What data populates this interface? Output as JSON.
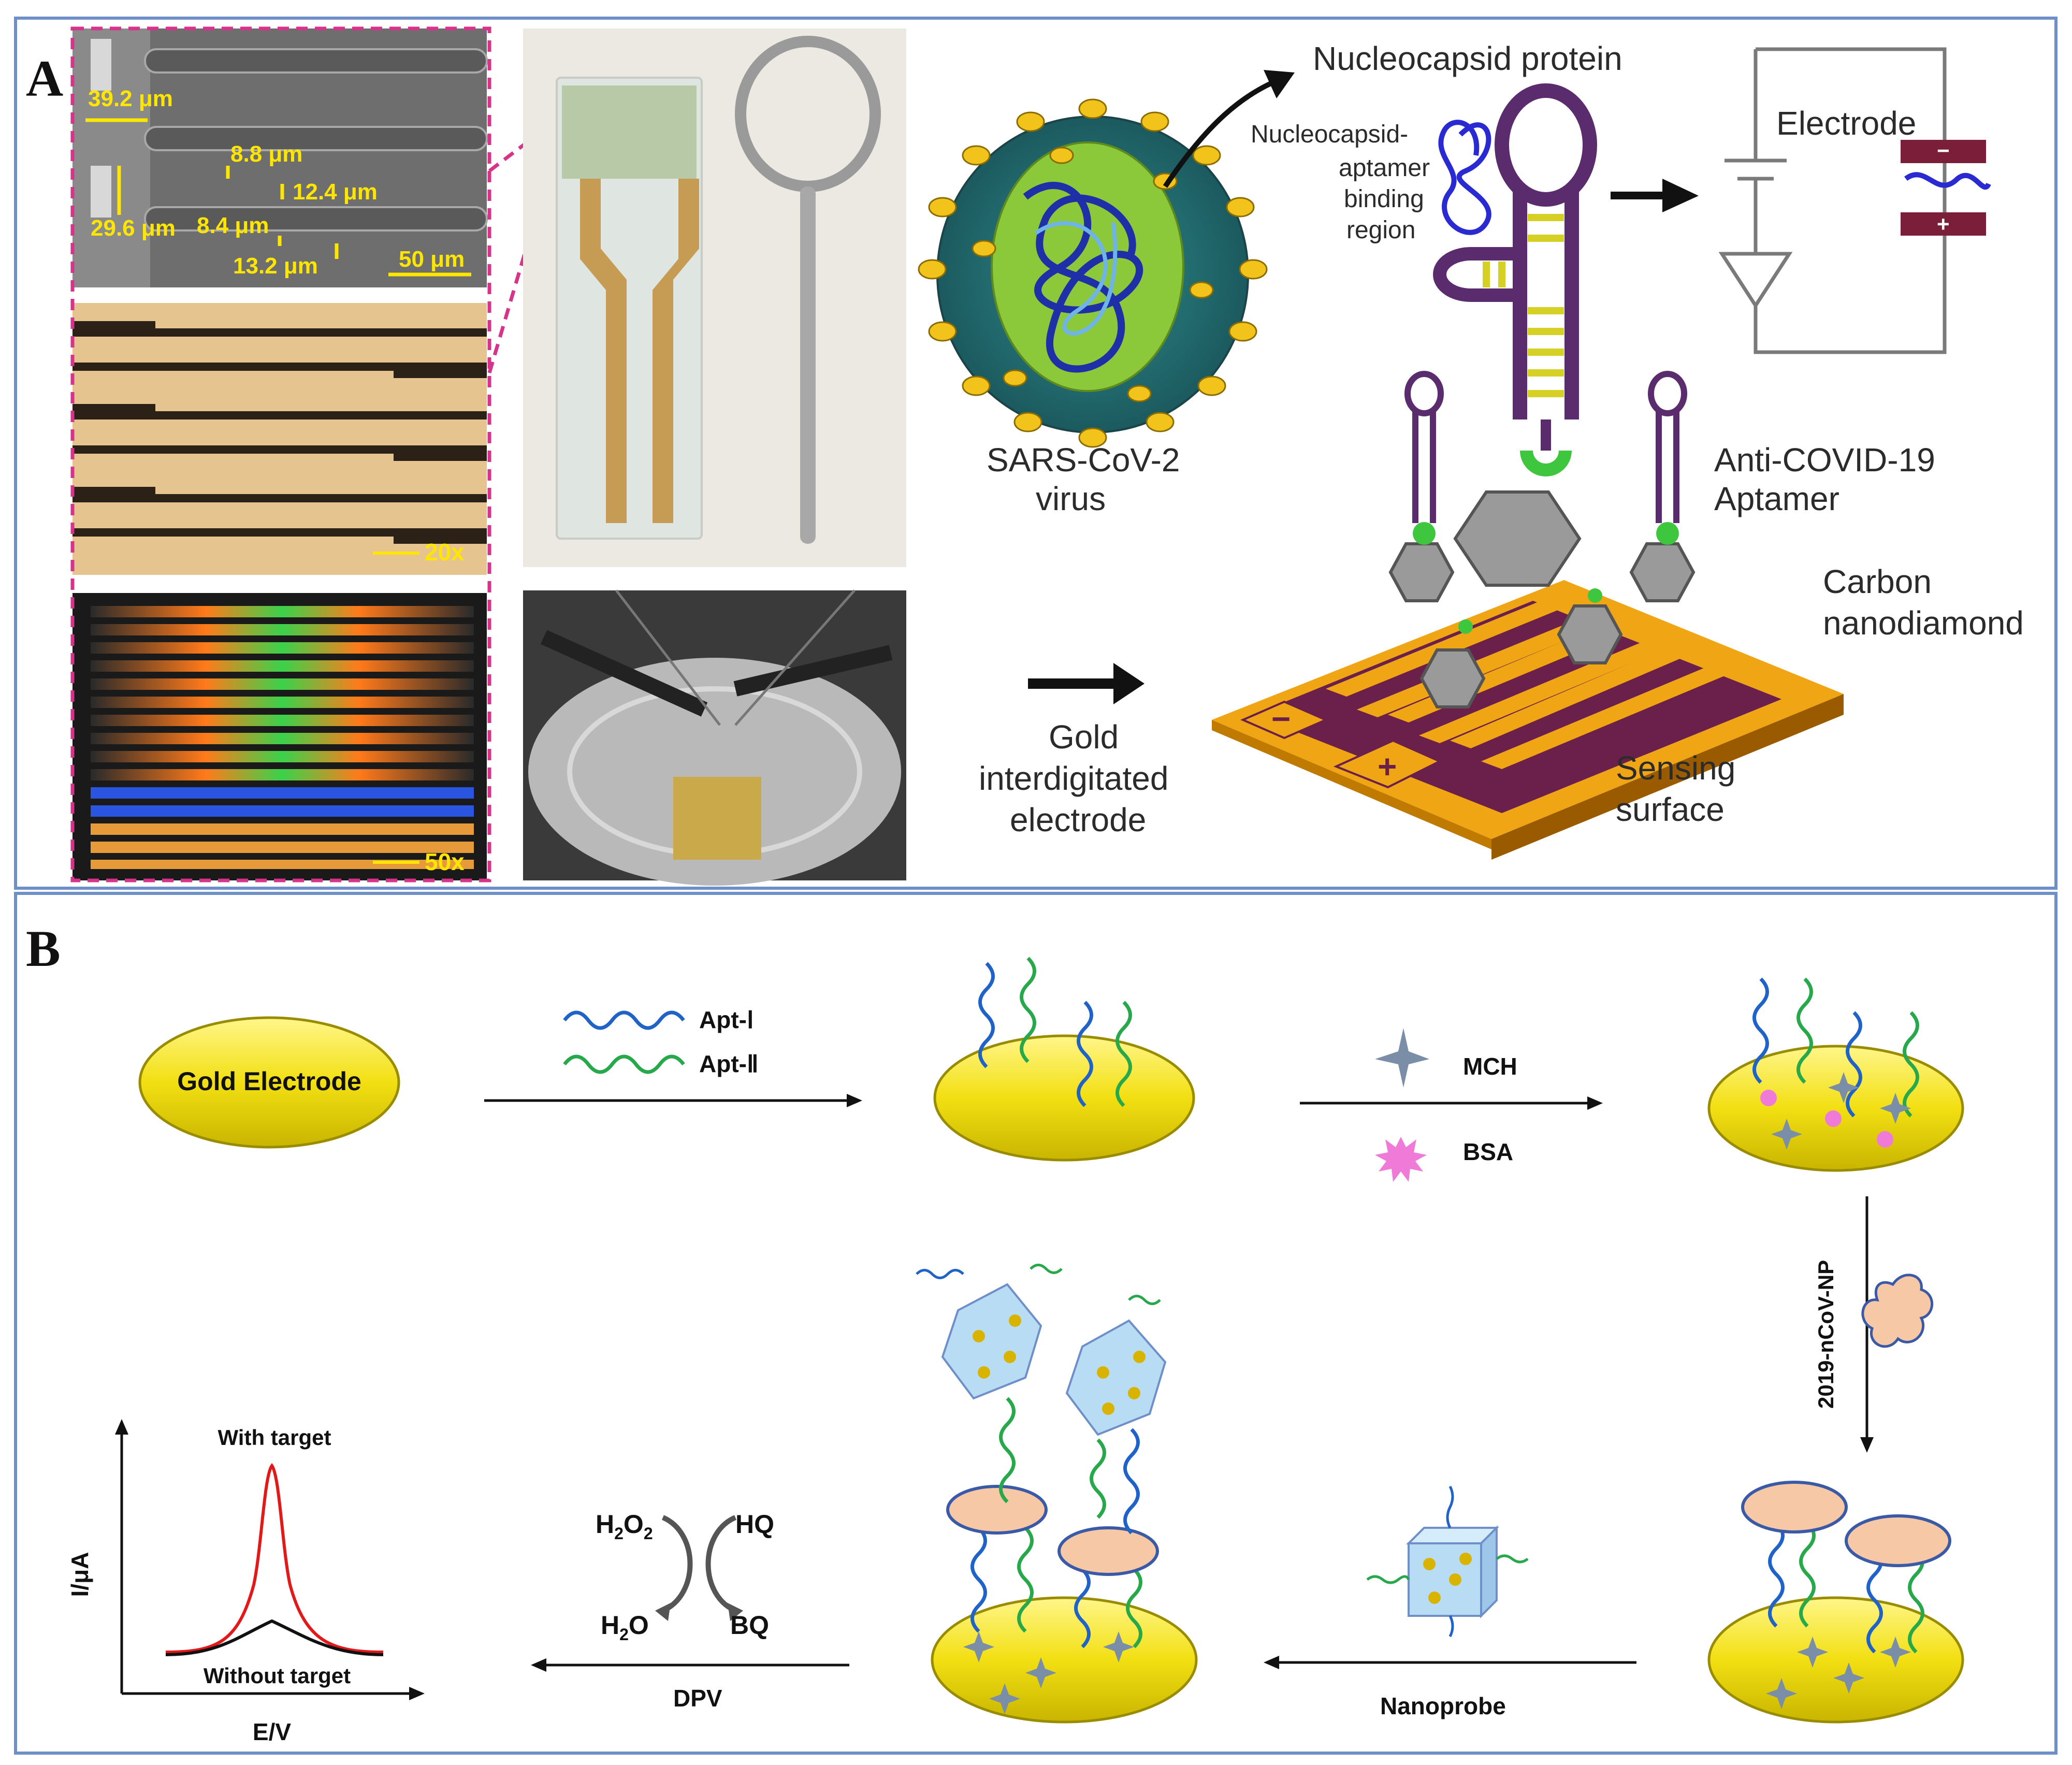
{
  "panels": {
    "a": {
      "letter": "A",
      "measurements": {
        "m1": "39.2 μm",
        "m2": "8.8 μm",
        "m3": "12.4 μm",
        "m4": "29.6 μm",
        "m5": "8.4 μm",
        "m6": "13.2 μm",
        "scale": "50 μm"
      },
      "magnification_1": "20x",
      "magnification_2": "50x",
      "labels": {
        "nucleocapsid_protein": "Nucleocapsid protein",
        "binding_line1": "Nucleocapsid-",
        "binding_line2": "aptamer",
        "binding_line3": "binding",
        "binding_line4": "region",
        "electrode": "Electrode",
        "virus_line1": "SARS-CoV-2",
        "virus_line2": "virus",
        "aptamer_line1": "Anti-COVID-19",
        "aptamer_line2": "Aptamer",
        "carbon_line1": "Carbon",
        "carbon_line2": "nanodiamond",
        "gold_line1": "Gold",
        "gold_line2": "interdigitated",
        "gold_line3": "electrode",
        "sensing_line1": "Sensing",
        "sensing_line2": "surface",
        "minus": "−",
        "plus": "+"
      }
    },
    "b": {
      "letter": "B",
      "gold_electrode": "Gold Electrode",
      "apt1": "Apt-Ⅰ",
      "apt2": "Apt-Ⅱ",
      "mch": "MCH",
      "bsa": "BSA",
      "target": "2019-nCoV-NP",
      "nanoprobe": "Nanoprobe",
      "dpv": "DPV",
      "h2o2": "H2O2",
      "hq": "HQ",
      "h2o": "H2O",
      "bq": "BQ",
      "with_target": "With target",
      "without_target": "Without target",
      "ylabel": "I/μA",
      "xlabel": "E/V"
    }
  },
  "colors": {
    "border": "#6e8fc7",
    "gold": "#f2df12",
    "gold_dark": "#b3a300",
    "electrode_gold": "#f3b61f",
    "substrate": "#6b1f4b",
    "aptamer": "#5a2c6e",
    "apt1_blue": "#1f62c8",
    "apt2_green": "#27a84b",
    "red_curve": "#e31919"
  }
}
